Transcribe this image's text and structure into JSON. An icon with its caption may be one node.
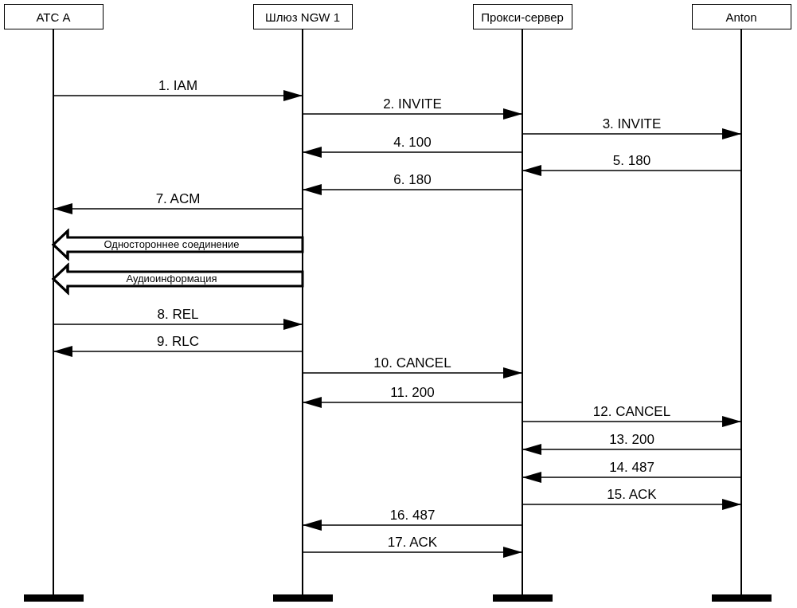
{
  "diagram": {
    "nodes": [
      {
        "text": [
          "АТС А"
        ]
      },
      {
        "text": [
          "Шлюз NGW 1"
        ]
      },
      {
        "text": [
          "Прокси-сервер"
        ]
      },
      {
        "text": [
          "Anton"
        ]
      }
    ],
    "edges": [
      {
        "from": 0,
        "to": 1,
        "arrow": "to",
        "label": "1. IAM"
      },
      {
        "from": 1,
        "to": 2,
        "arrow": "to",
        "label": "2. INVITE"
      },
      {
        "from": 2,
        "to": 3,
        "arrow": "to",
        "label": "3. INVITE"
      },
      {
        "from": 2,
        "to": 1,
        "arrow": "to",
        "label": "4. 100"
      },
      {
        "from": 3,
        "to": 2,
        "arrow": "to",
        "label": "5. 180"
      },
      {
        "from": 2,
        "to": 1,
        "arrow": "to",
        "label": "6. 180"
      },
      {
        "from": 1,
        "to": 0,
        "arrow": "to",
        "label": "7. ACM"
      },
      {
        "from": 1,
        "to": 0,
        "arrow": "to",
        "label": "Одностороннее соединение",
        "style": "thick"
      },
      {
        "from": 1,
        "to": 0,
        "arrow": "to",
        "label": "Аудиоинформация",
        "style": "thick"
      },
      {
        "from": 0,
        "to": 1,
        "arrow": "to",
        "label": "8. REL"
      },
      {
        "from": 1,
        "to": 0,
        "arrow": "to",
        "label": "9. RLC"
      },
      {
        "from": 1,
        "to": 2,
        "arrow": "to",
        "label": "10. CANCEL"
      },
      {
        "from": 2,
        "to": 1,
        "arrow": "to",
        "label": "11. 200"
      },
      {
        "from": 2,
        "to": 3,
        "arrow": "to",
        "label": "12. CANCEL"
      },
      {
        "from": 3,
        "to": 2,
        "arrow": "to",
        "label": "13. 200"
      },
      {
        "from": 3,
        "to": 2,
        "arrow": "to",
        "label": "14. 487"
      },
      {
        "from": 2,
        "to": 3,
        "arrow": "to",
        "label": "15. ACK"
      },
      {
        "from": 2,
        "to": 1,
        "arrow": "to",
        "label": "16. 487"
      },
      {
        "from": 1,
        "to": 2,
        "arrow": "to",
        "label": "17. ACK"
      }
    ]
  }
}
